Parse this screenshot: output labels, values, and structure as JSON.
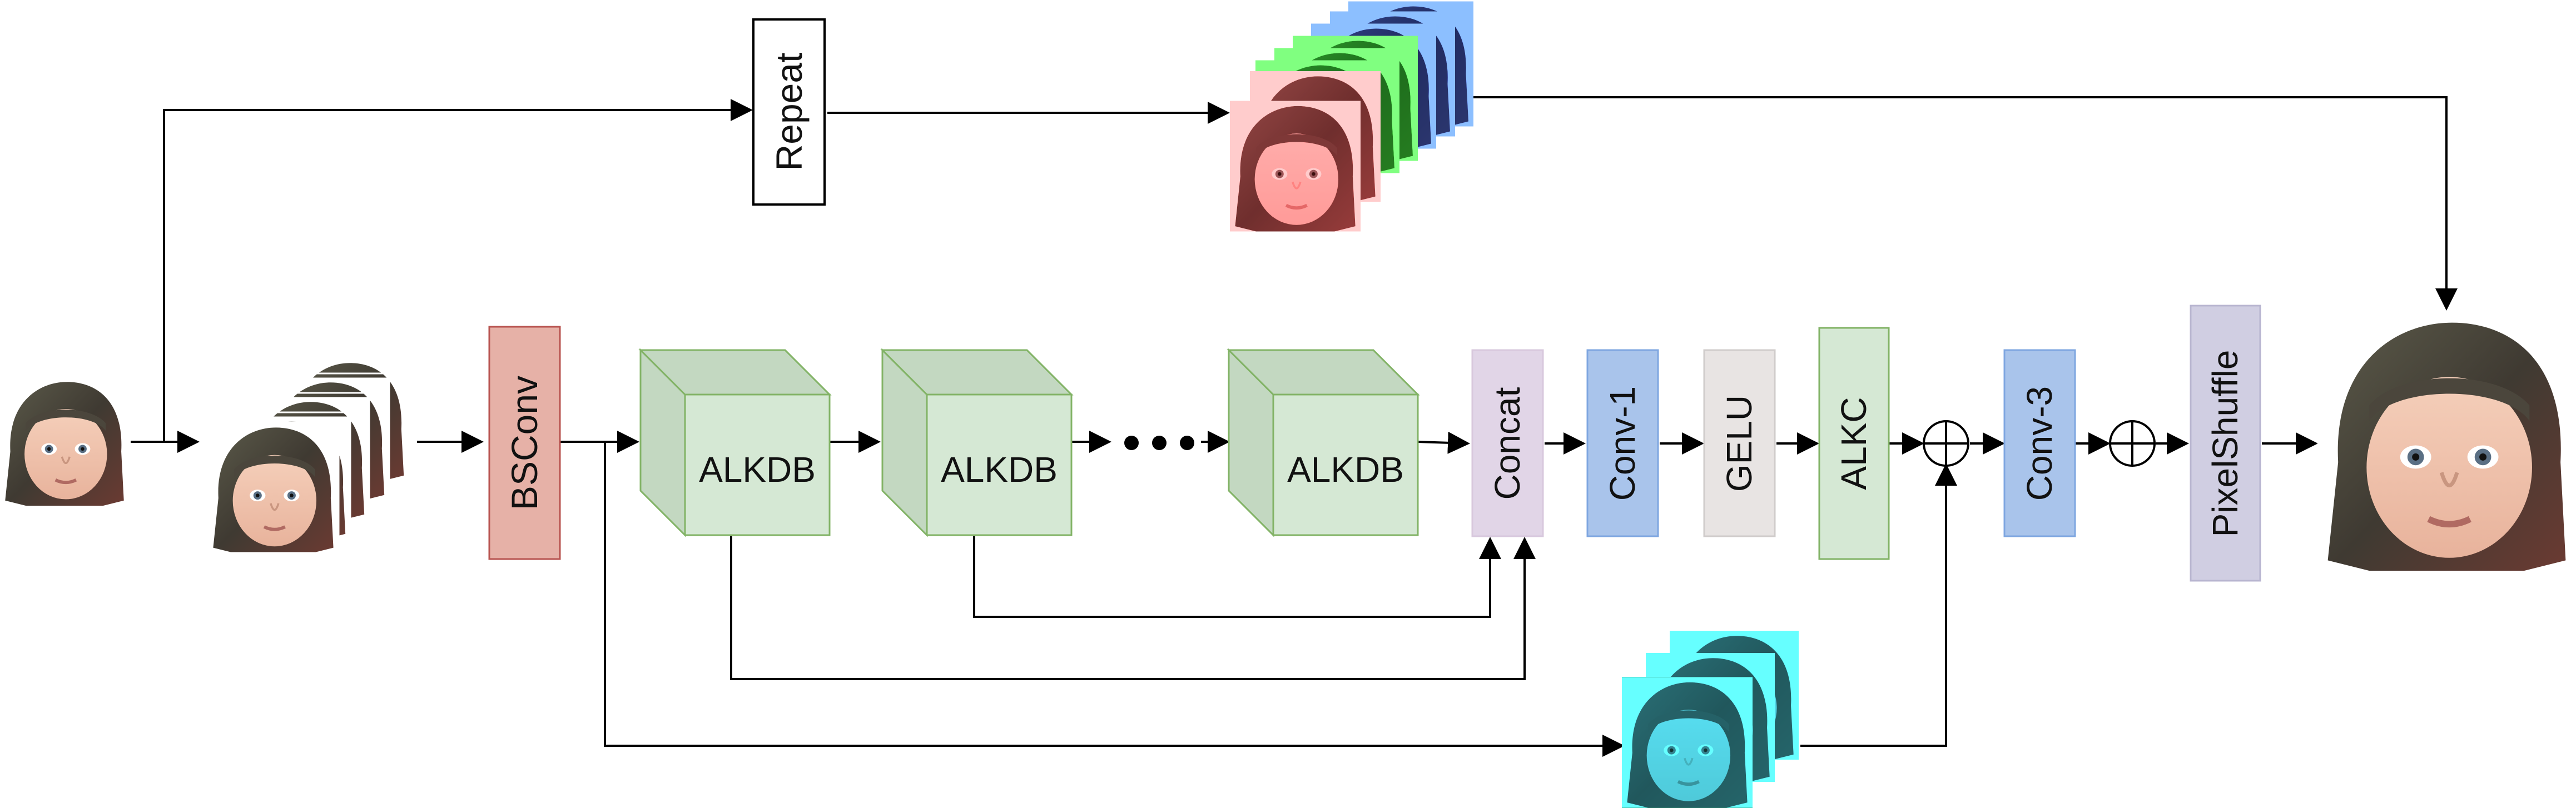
{
  "blocks": {
    "repeat": "Repeat",
    "bsconv": "BSConv",
    "alkdb_1": "ALKDB",
    "alkdb_2": "ALKDB",
    "alkdb_n": "ALKDB",
    "concat": "Concat",
    "conv1": "Conv-1",
    "gelu": "GELU",
    "alkc": "ALKC",
    "conv3": "Conv-3",
    "pixelshuffle": "PixelShuffle"
  },
  "colors": {
    "bsconv": "#e6b1a7",
    "alkdb": "#d5e8d4",
    "alkdb_side": "#c3d8c1",
    "alkdb_border": "#82b366",
    "concat": "#e1d5e7",
    "conv": "#a9c4eb",
    "gelu": "#e8e4e3",
    "alkc": "#d5e8d4",
    "pixelshuffle": "#d0cee2",
    "arrow": "#000000"
  },
  "images": {
    "input": "input-face-photo",
    "repeated_inputs": "repeated-face-photo-stack",
    "rgb_repeated": "rgb-channel-face-stack",
    "feature_maps": "feature-map-stack",
    "output": "output-face-photo"
  }
}
